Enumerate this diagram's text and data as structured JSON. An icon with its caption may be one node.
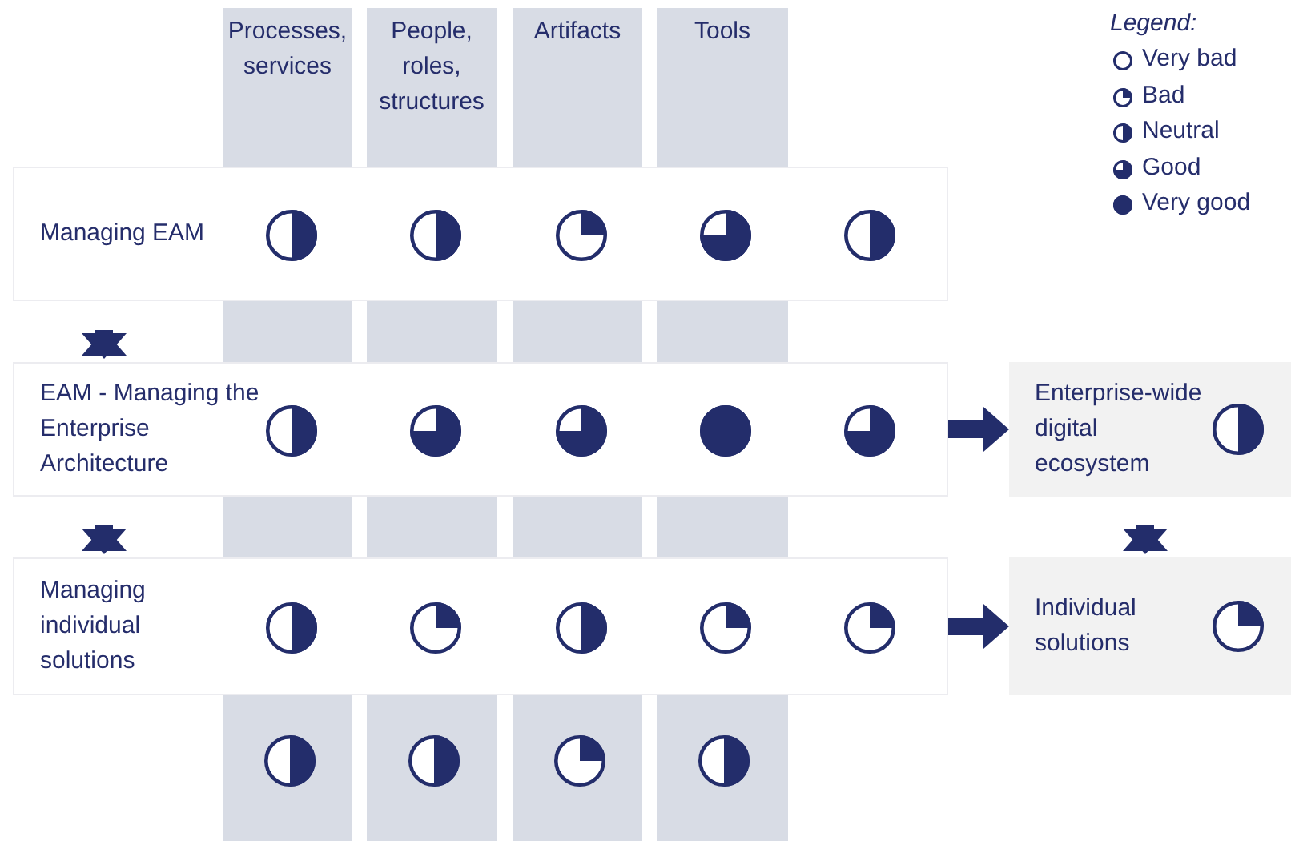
{
  "diagram": {
    "nodes": [
      {
        "text": [
          "Processes, services"
        ]
      },
      {
        "text": [
          "People, roles, structures"
        ]
      },
      {
        "text": [
          "Artifacts"
        ]
      },
      {
        "text": [
          "Tools"
        ]
      },
      {
        "text": [
          "Managing EAM"
        ]
      },
      {
        "text": [],
        "shape": "circle",
        "in": 4
      },
      {
        "text": [],
        "shape": "circle",
        "in": 4
      },
      {
        "text": [],
        "shape": "circle",
        "in": 4
      },
      {
        "text": [],
        "shape": "circle",
        "in": 4
      },
      {
        "text": [],
        "shape": "circle",
        "in": 4
      },
      {
        "text": [
          "EAM - Managing the Enterprise Architecture"
        ]
      },
      {
        "text": [],
        "shape": "circle",
        "in": 10
      },
      {
        "text": [],
        "shape": "circle",
        "in": 10
      },
      {
        "text": [],
        "shape": "circle",
        "in": 10
      },
      {
        "text": [],
        "shape": "circle",
        "in": 10
      },
      {
        "text": [],
        "shape": "circle",
        "in": 10
      },
      {
        "text": [
          "Enterprise-wide digital ecosystem"
        ]
      },
      {
        "text": [],
        "shape": "circle",
        "in": 16
      },
      {
        "text": [
          "Managing individual solutions"
        ]
      },
      {
        "text": [],
        "shape": "circle",
        "in": 18
      },
      {
        "text": [],
        "shape": "circle",
        "in": 18
      },
      {
        "text": [],
        "shape": "circle",
        "in": 18
      },
      {
        "text": [],
        "shape": "circle",
        "in": 18
      },
      {
        "text": [],
        "shape": "circle",
        "in": 18
      },
      {
        "text": [
          "Individual solutions"
        ]
      },
      {
        "text": [],
        "shape": "circle",
        "in": 24
      },
      {
        "text": [],
        "shape": "circle"
      },
      {
        "text": [],
        "shape": "circle"
      },
      {
        "text": [],
        "shape": "circle"
      },
      {
        "text": [],
        "shape": "circle"
      }
    ],
    "edges": [
      {
        "from": 4,
        "to": 10,
        "arrow": "both"
      },
      {
        "from": 10,
        "to": 18,
        "arrow": "both"
      },
      {
        "from": 10,
        "to": 16,
        "arrow": "to"
      },
      {
        "from": 18,
        "to": 24,
        "arrow": "to"
      },
      {
        "from": 16,
        "to": 24,
        "arrow": "both"
      }
    ],
    "labels": [
      "Legend:"
    ],
    "legend": [
      {
        "text": "Very bad"
      },
      {
        "text": "Bad"
      },
      {
        "text": "Neutral"
      },
      {
        "text": "Good"
      },
      {
        "text": "Very good"
      }
    ]
  }
}
